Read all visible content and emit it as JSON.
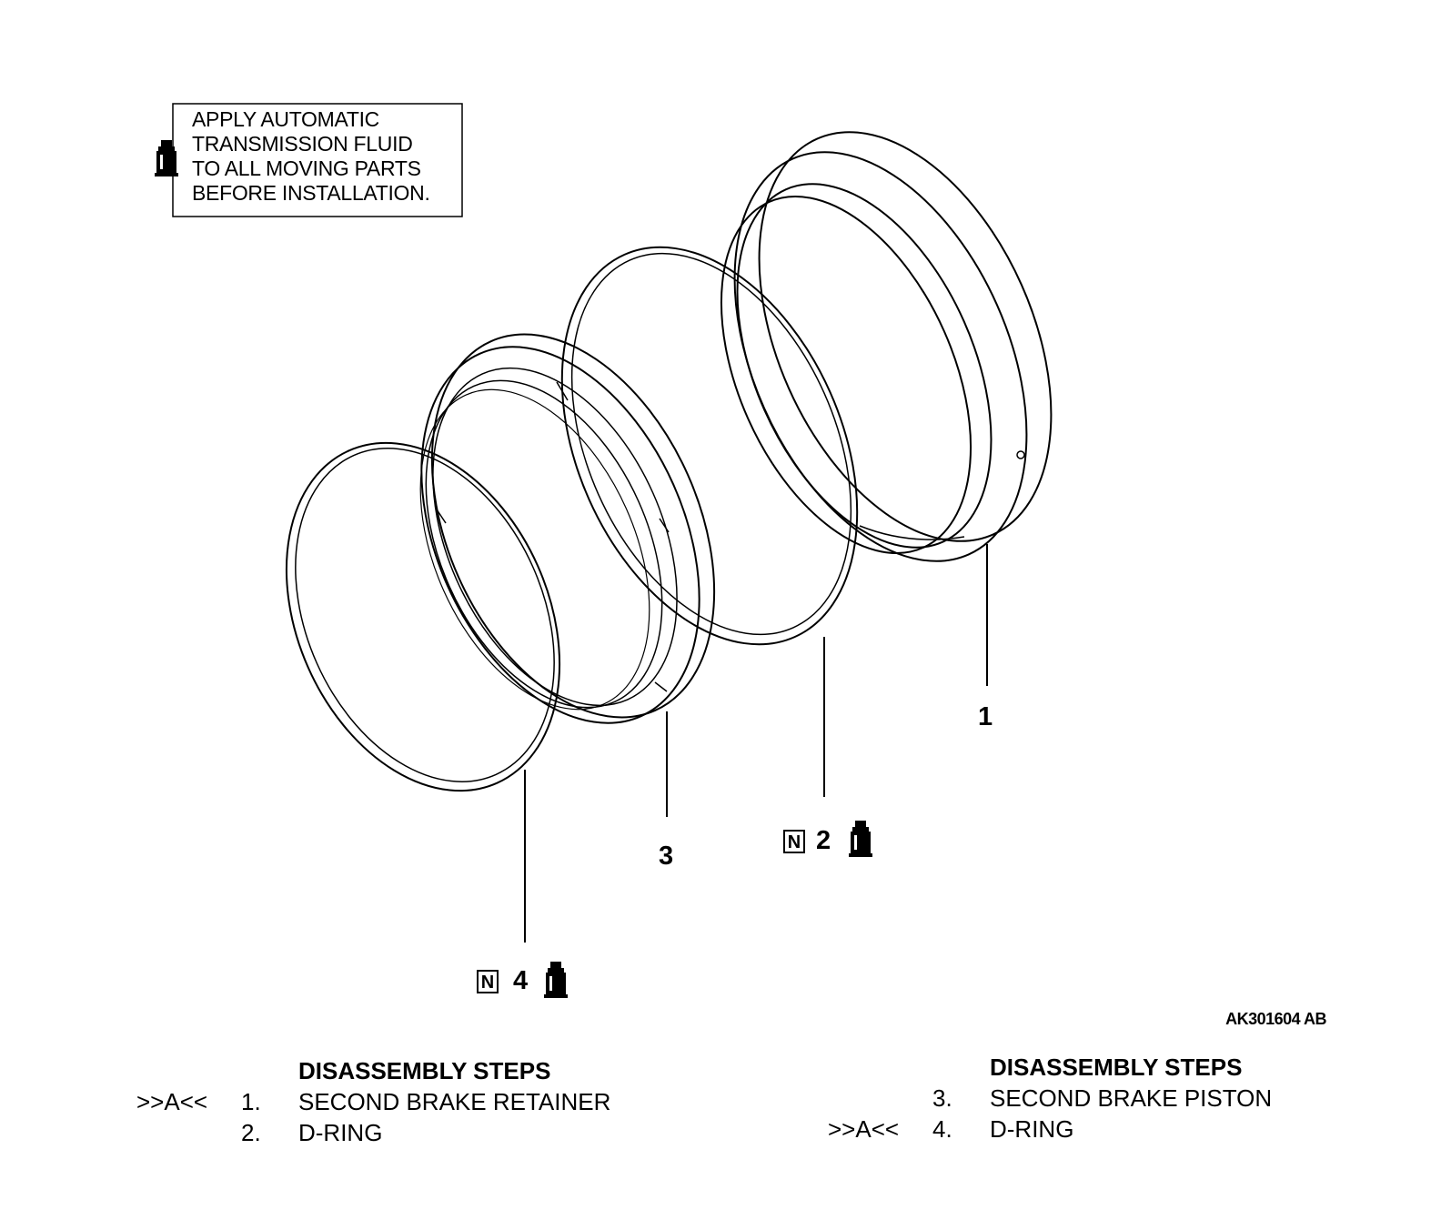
{
  "note": {
    "lines": [
      "APPLY AUTOMATIC",
      "TRANSMISSION FLUID",
      "TO ALL MOVING PARTS",
      "BEFORE INSTALLATION."
    ],
    "icon": "fluid-bottle-icon"
  },
  "callouts": {
    "part1": "1",
    "part2": "2",
    "part3": "3",
    "part4": "4",
    "new_part_symbol": "N"
  },
  "figure_code": "AK301604 AB",
  "steps_left": {
    "heading": "DISASSEMBLY STEPS",
    "items": [
      {
        "ref": ">>A<<",
        "num": "1.",
        "name": "SECOND BRAKE RETAINER"
      },
      {
        "ref": "",
        "num": "2.",
        "name": "D-RING"
      }
    ]
  },
  "steps_right": {
    "heading": "DISASSEMBLY STEPS",
    "items": [
      {
        "ref": "",
        "num": "3.",
        "name": "SECOND BRAKE PISTON"
      },
      {
        "ref": ">>A<<",
        "num": "4.",
        "name": "D-RING"
      }
    ]
  }
}
